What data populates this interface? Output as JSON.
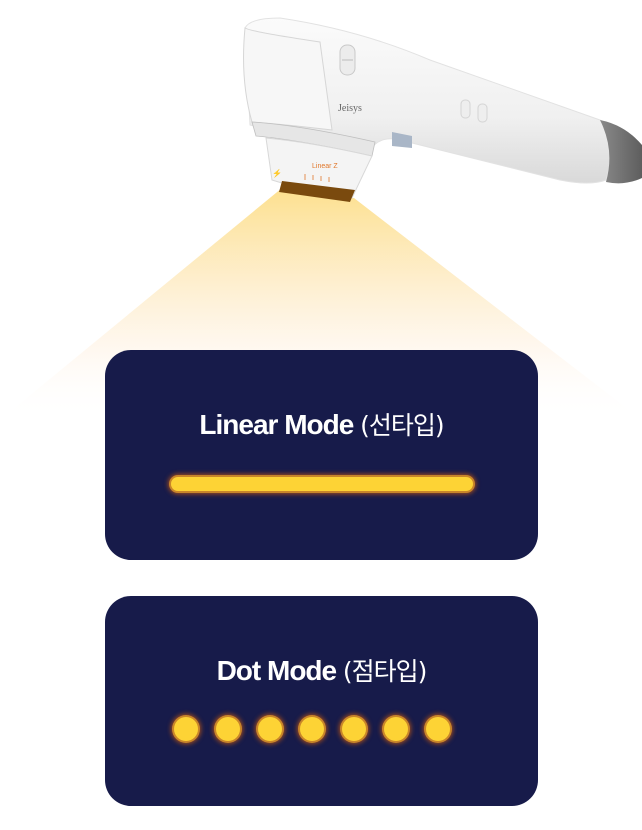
{
  "device": {
    "brand_label": "Jeisys",
    "tip_label": "Linear Z"
  },
  "modes": [
    {
      "name": "Linear Mode",
      "korean": "(선타입)",
      "pattern": "line"
    },
    {
      "name": "Dot Mode",
      "korean": "(점타입)",
      "pattern": "dots",
      "dot_count": 7
    }
  ],
  "colors": {
    "card_bg": "#171b4a",
    "led_yellow": "#fdd335",
    "led_glow": "#a34d1c",
    "beam": "#fde39a"
  }
}
